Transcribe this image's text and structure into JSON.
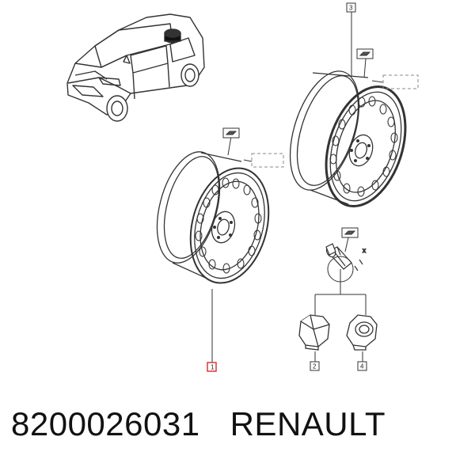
{
  "callouts": {
    "c1": "1",
    "c2": "2",
    "c3": "3",
    "c4": "4",
    "x_mark": "x"
  },
  "caption": {
    "part_number": "8200026031",
    "brand": "RENAULT"
  },
  "colors": {
    "line": "#333333",
    "highlight_box": "#d9363e",
    "ref_box_dash": "#888888"
  },
  "icons": [
    "car-illustration-icon",
    "wheel-rim-icon",
    "lug-bolt-icon",
    "wheel-nut-icon"
  ]
}
